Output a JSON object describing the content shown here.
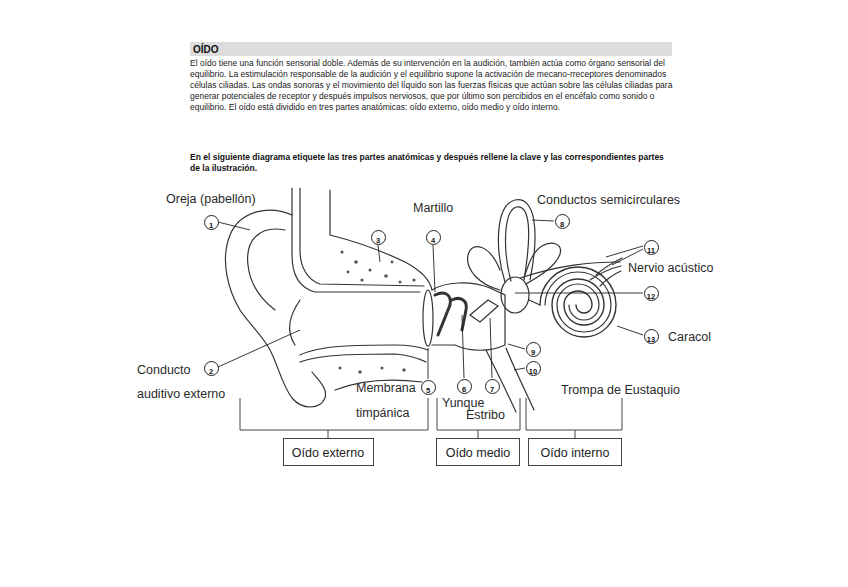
{
  "diagram": {
    "title": "OÍDO",
    "nodes": [
      {
        "text": [
          "1"
        ]
      },
      {
        "text": [
          "2"
        ]
      },
      {
        "text": [
          "3"
        ]
      },
      {
        "text": [
          "4"
        ]
      },
      {
        "text": [
          "5"
        ]
      },
      {
        "text": [
          "6"
        ]
      },
      {
        "text": [
          "7"
        ]
      },
      {
        "text": [
          "8"
        ]
      },
      {
        "text": [
          "9"
        ]
      },
      {
        "text": [
          "10"
        ]
      },
      {
        "text": [
          "11"
        ]
      },
      {
        "text": [
          "12"
        ]
      },
      {
        "text": [
          "13"
        ]
      },
      {
        "text": [
          "Oído externo"
        ]
      },
      {
        "text": [
          "Oído medio"
        ]
      },
      {
        "text": [
          "Oído interno"
        ]
      }
    ],
    "labels": [
      "El oído tiene una función sensorial doble. Además de su intervención en la audición, también actúa como órgano sensorial del equilibrio. La estimulación responsable de la audición y el equilibrio supone la activación de mecano-rreceptores denominados células ciliadas. Las ondas sonoras y el movimiento del líquido son las fuerzas físicas que actúan sobre las células ciliadas para generar potenciales de receptor y después impulsos nerviosos, que por último son percibidos en el encéfalo como sonido o equilibrio. El oído está dividido en tres partes anatómicas: oído externo, oído medio y oído interno.",
      "En el siguiente diagrama etiquete las tres partes anatómicas y después rellene la clave y las correspondientes partes de la ilustración.",
      "Oreja (pabellón)",
      "Martillo",
      "Conductos semicirculares",
      "Nervio acústico",
      "Caracol",
      "Conducto auditivo externo",
      "Membrana timpánica",
      "Yunque",
      "Estribo",
      "Trompa de Eustaquio"
    ]
  }
}
